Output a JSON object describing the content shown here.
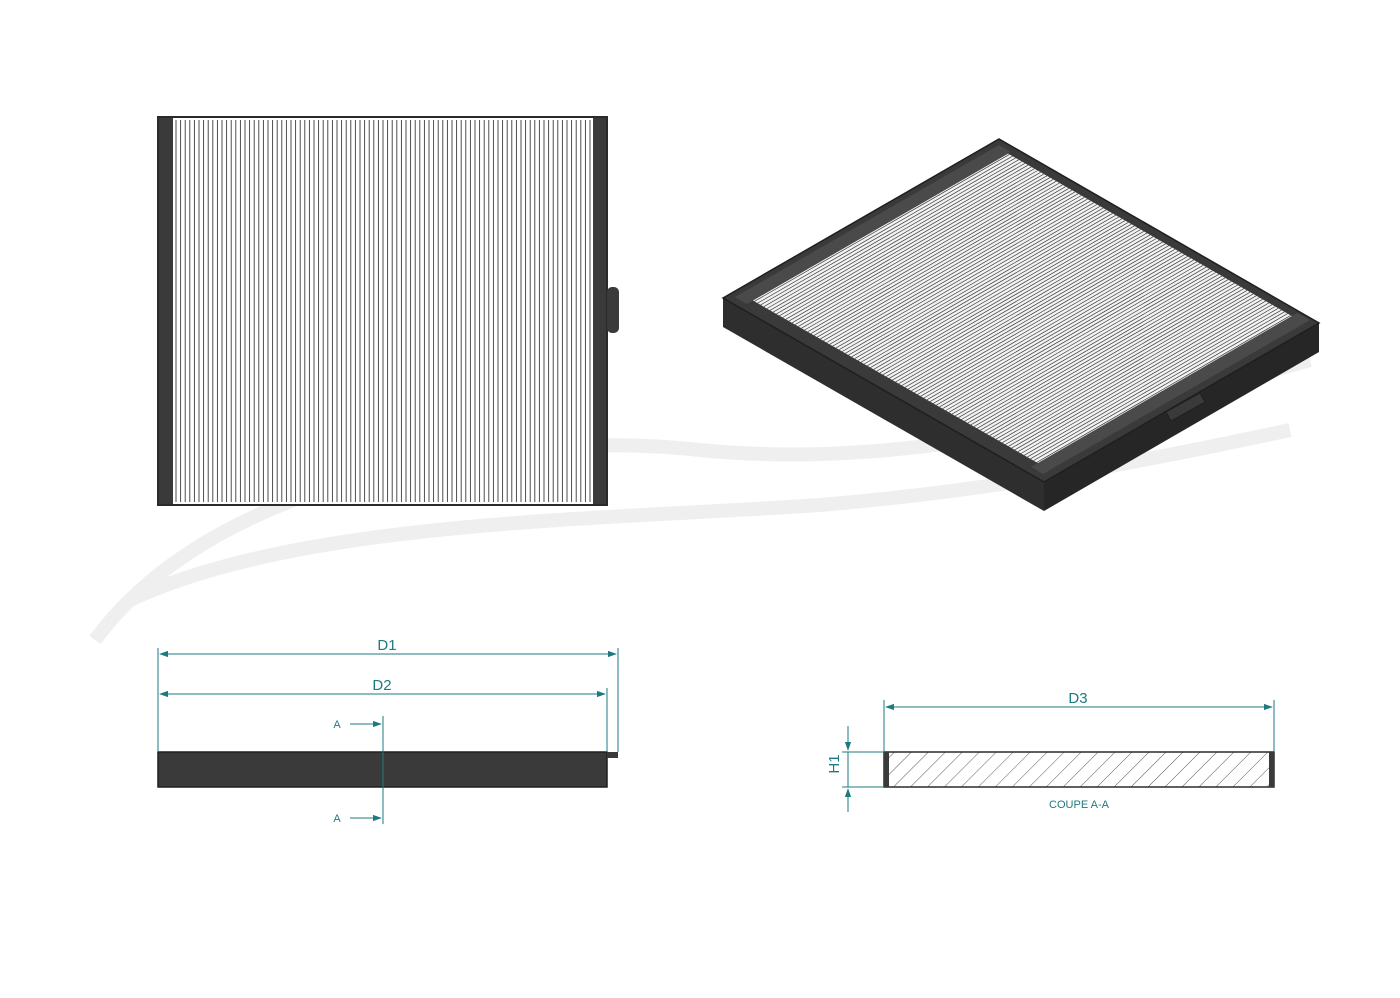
{
  "colors": {
    "frame": "#3a3a3a",
    "pleat_line": "#3c3c3c",
    "pleat_bg": "#ffffff",
    "dimension": "#1d7a80",
    "watermark": "#ececec"
  },
  "dimensions": {
    "d1": "D1",
    "d2": "D2",
    "d3": "D3",
    "h1": "H1"
  },
  "section": {
    "cut_marker_top": "A",
    "cut_marker_bottom": "A",
    "caption": "COUPE A-A"
  }
}
